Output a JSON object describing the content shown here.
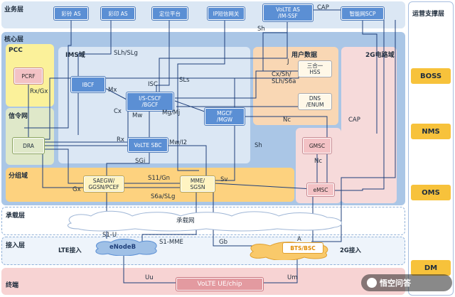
{
  "layers": {
    "business": "业务层",
    "core": "核心层",
    "pcc": "PCC",
    "signaling": "信令网",
    "packet": "分组域",
    "bearer": "承载层",
    "access": "接入层",
    "terminal": "终端"
  },
  "domains": {
    "ims": "IMS域",
    "user_data": "用户数据",
    "cs": "2G电路域",
    "support": "运营支撑层"
  },
  "business_nodes": {
    "ring_as": "彩铃 AS",
    "print_as": "彩印 AS",
    "location": "定位平台",
    "ip_sms": "IP短信网关",
    "volte_as": "VoLTE AS\n/IM-SSF",
    "scp": "智能网SCP"
  },
  "core_nodes": {
    "pcrf": "PCRF",
    "ibcf": "IBCF",
    "iscscf": "I/S-CSCF\n/BGCF",
    "mgcf": "MGCF\n/MGW",
    "hss": "三合一\nHSS",
    "dns": "DNS\n/ENUM",
    "dra": "DRA",
    "volte_sbc": "VoLTE SBC",
    "gmsc": "GMSC",
    "saegw": "SAEGW/\nGGSN/PCEF",
    "mme": "MME/\nSGSN",
    "emsc": "eMSC"
  },
  "bearer_network": "承载网",
  "access_nodes": {
    "lte_label": "LTE接入",
    "enodeb": "eNodeB",
    "g2_label": "2G接入",
    "bts": "BTS/BSC"
  },
  "terminal_node": "VoLTE UE/chip",
  "support_nodes": [
    "BOSS",
    "NMS",
    "OMS",
    "DM"
  ],
  "interfaces": {
    "sh1": "Sh",
    "cap1": "CAP",
    "slh_slg": "SLh/SLg",
    "isc": "ISC",
    "sls": "SLs",
    "j": "J",
    "cx_sh_slh": "Cx/Sh/\nSLh/S6a",
    "rx_gx": "Rx/Gx",
    "mx": "Mx",
    "cx": "Cx",
    "mw": "Mw",
    "mg_mj": "Mg/Mj",
    "nc1": "Nc",
    "cap2": "CAP",
    "rx": "Rx",
    "mw_i2": "Mw/I2",
    "sh2": "Sh",
    "sgi": "SGi",
    "nc2": "Nc",
    "s11_gn": "S11/Gn",
    "sv": "Sv",
    "gx": "Gx",
    "s6a_slg": "S6a/SLg",
    "s1u": "S1-U",
    "s1mme": "S1-MME",
    "gb": "Gb",
    "a": "A",
    "uu": "Uu",
    "um": "Um"
  },
  "watermark": "悟空问答",
  "colors": {
    "element_blue": "#5b8fd4",
    "pcc_yellow": "#fbf19a",
    "packet_orange": "#fdd27f",
    "userdata_orange": "#f9d7b4",
    "cs_pink": "#f6dada",
    "core_blue": "#c5d7ee",
    "support_gold": "#f7c23b"
  }
}
